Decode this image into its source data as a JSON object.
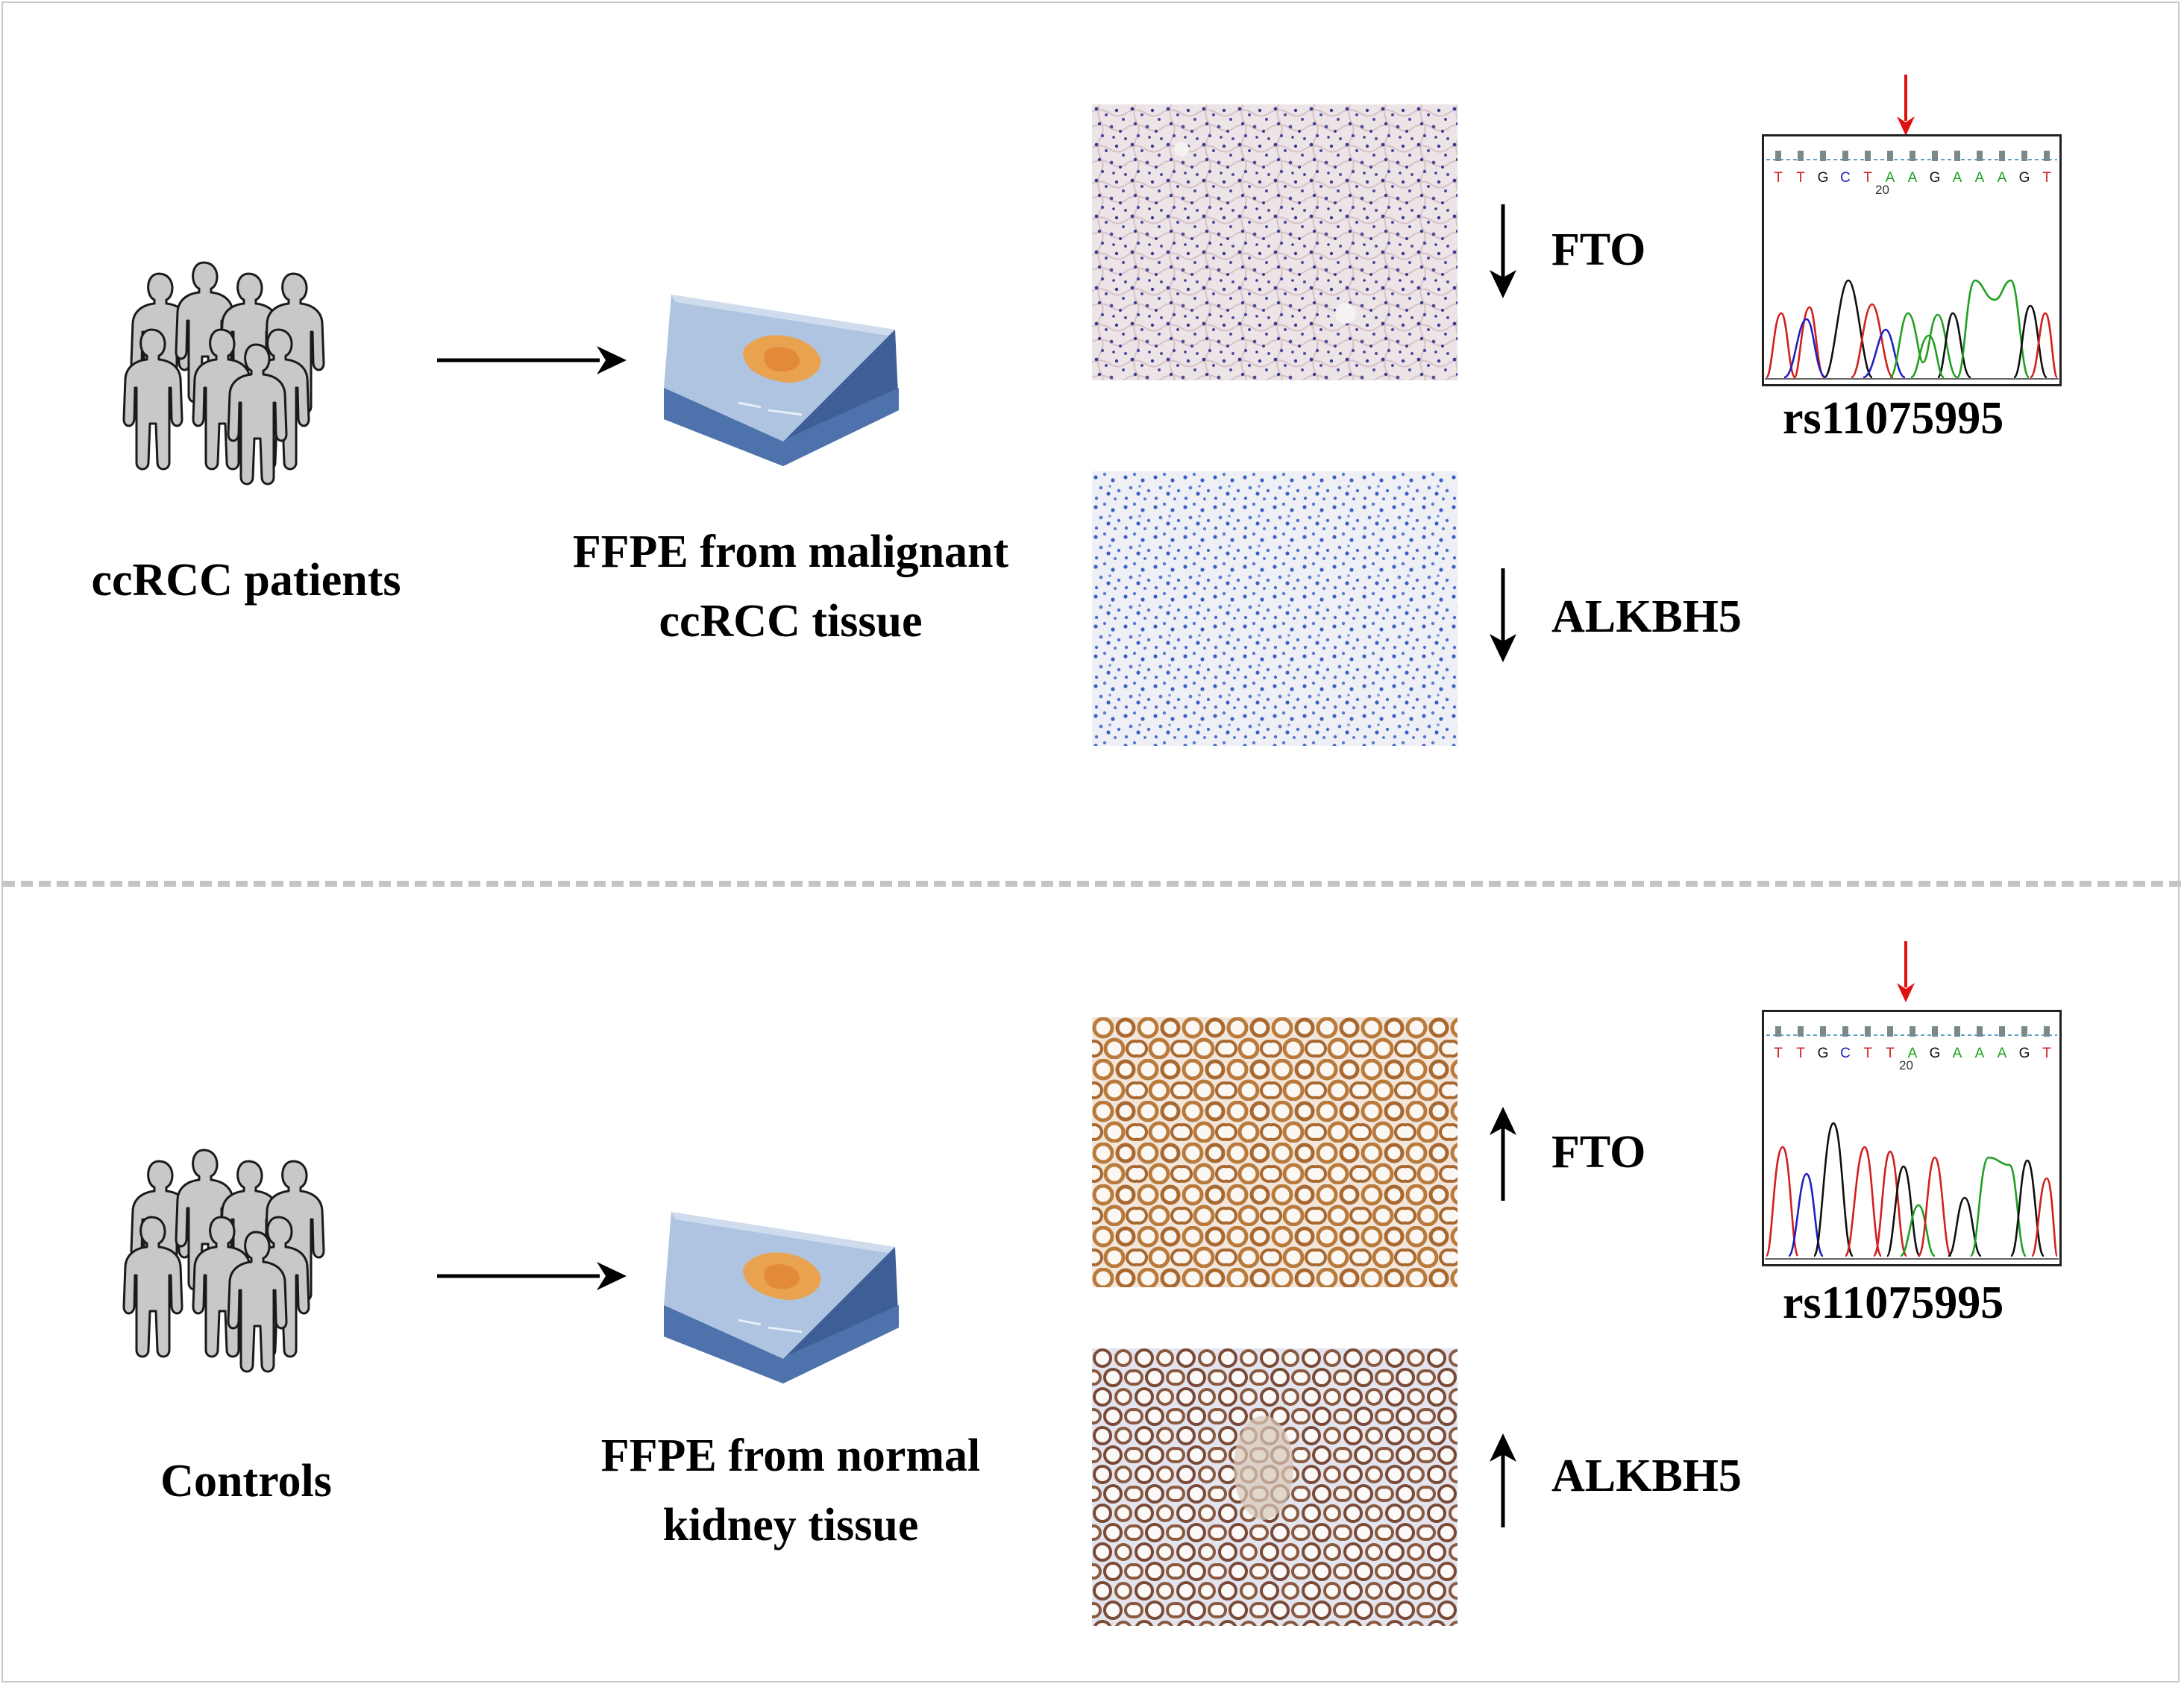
{
  "panels": [
    {
      "group_label": "ccRCC patients",
      "sample_label_line1": "FFPE from malignant",
      "sample_label_line2": "ccRCC tissue",
      "markers": [
        {
          "name": "FTO",
          "direction": "down"
        },
        {
          "name": "ALKBH5",
          "direction": "down"
        }
      ],
      "snp_label": "rs11075995",
      "chromatogram": {
        "bases": [
          "T",
          "T",
          "G",
          "C",
          "T",
          "A",
          "A",
          "G",
          "A",
          "A",
          "A",
          "G",
          "T"
        ],
        "position_label": "20"
      }
    },
    {
      "group_label": "Controls",
      "sample_label_line1": "FFPE from normal",
      "sample_label_line2": "kidney tissue",
      "markers": [
        {
          "name": "FTO",
          "direction": "up"
        },
        {
          "name": "ALKBH5",
          "direction": "up"
        }
      ],
      "snp_label": "rs11075995",
      "chromatogram": {
        "bases": [
          "T",
          "T",
          "G",
          "C",
          "T",
          "T",
          "A",
          "G",
          "A",
          "A",
          "A",
          "G",
          "T"
        ],
        "position_label": "20"
      }
    }
  ],
  "colors": {
    "arrow": "#000000",
    "snp_arrow": "#e01010",
    "person_fill": "#c8c8c8",
    "slide_top": "#aec4e0",
    "slide_side": "#4e72ac",
    "tissue": "#f0a040",
    "base_T": "#d02020",
    "base_A": "#20a020",
    "base_G": "#101010",
    "base_C": "#2020c0"
  },
  "icons": [
    "people-group-icon",
    "microscope-slide-icon",
    "right-arrow-icon",
    "down-arrow-icon",
    "up-arrow-icon",
    "red-down-arrow-icon"
  ]
}
